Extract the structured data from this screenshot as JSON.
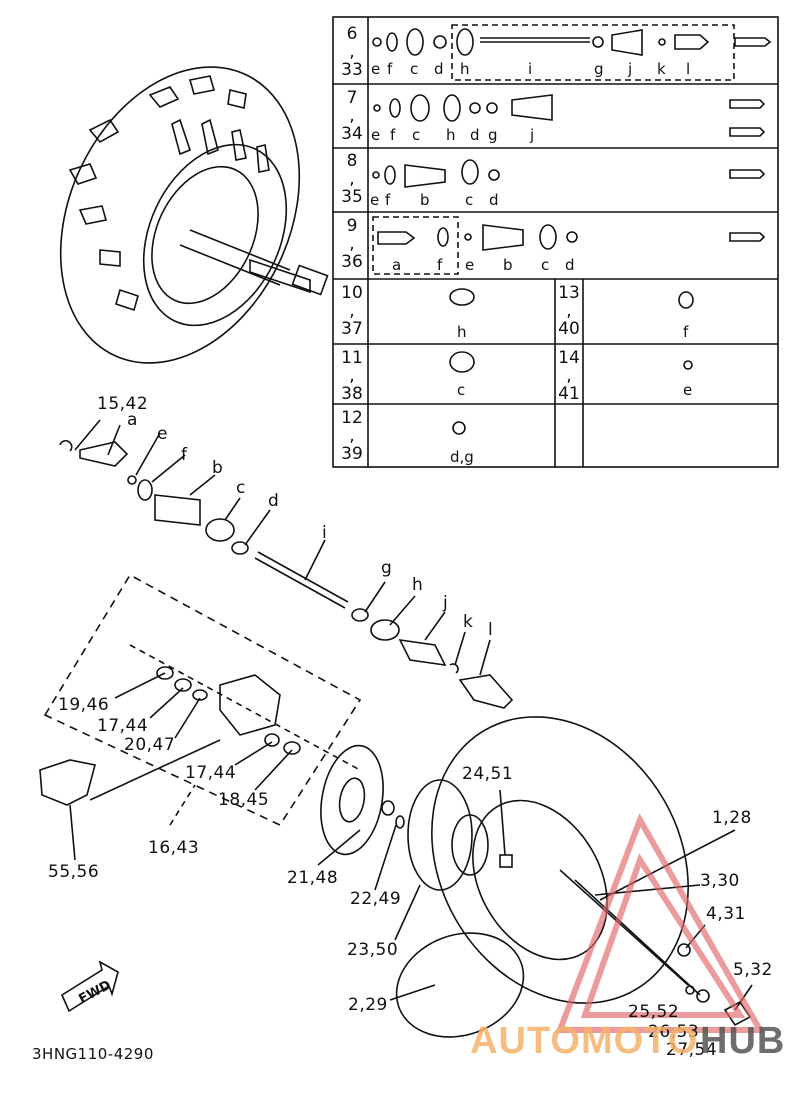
{
  "table": {
    "rows": [
      {
        "num": "6\n,\n33",
        "letters": [
          "e",
          "f",
          "c",
          "d",
          "h",
          "i",
          "g",
          "j",
          "k",
          "l"
        ]
      },
      {
        "num": "7\n,\n34",
        "letters": [
          "e",
          "f",
          "c",
          "h",
          "d",
          "g",
          "j"
        ]
      },
      {
        "num": "8\n,\n35",
        "letters": [
          "e",
          "f",
          "b",
          "c",
          "d"
        ]
      },
      {
        "num": "9\n,\n36",
        "letters": [
          "a",
          "f",
          "e",
          "b",
          "c",
          "d"
        ]
      }
    ],
    "small": [
      {
        "num": "10\n,\n37",
        "letter": "h"
      },
      {
        "num": "13\n,\n40",
        "letter": "f"
      },
      {
        "num": "11\n,\n38",
        "letter": "c"
      },
      {
        "num": "14\n,\n41",
        "letter": "e"
      },
      {
        "num": "12\n,\n39",
        "letter": "d,g"
      }
    ]
  },
  "labels": {
    "l15_42": "15,42",
    "la": "a",
    "le": "e",
    "lf": "f",
    "lb": "b",
    "lc": "c",
    "ld": "d",
    "li": "i",
    "lg": "g",
    "lh": "h",
    "lj": "j",
    "lk": "k",
    "ll": "l",
    "l19_46": "19,46",
    "l17_44a": "17,44",
    "l20_47": "20,47",
    "l17_44b": "17,44",
    "l18_45": "18,45",
    "l16_43": "16,43",
    "l55_56": "55,56",
    "l21_48": "21,48",
    "l22_49": "22,49",
    "l23_50": "23,50",
    "l24_51": "24,51",
    "l1_28": "1,28",
    "l3_30": "3,30",
    "l4_31": "4,31",
    "l5_32": "5,32",
    "l2_29": "2,29",
    "l25_52": "25,52",
    "l26_53": "26,53",
    "l27_54": "27,54"
  },
  "fwd": "FWD",
  "code": "3HNG110-4290",
  "watermark": {
    "part1": "AUTOMOTO",
    "part2": "HUB",
    "color1": "#f6b26b",
    "color2": "#555555",
    "triangle": "#e06666"
  }
}
